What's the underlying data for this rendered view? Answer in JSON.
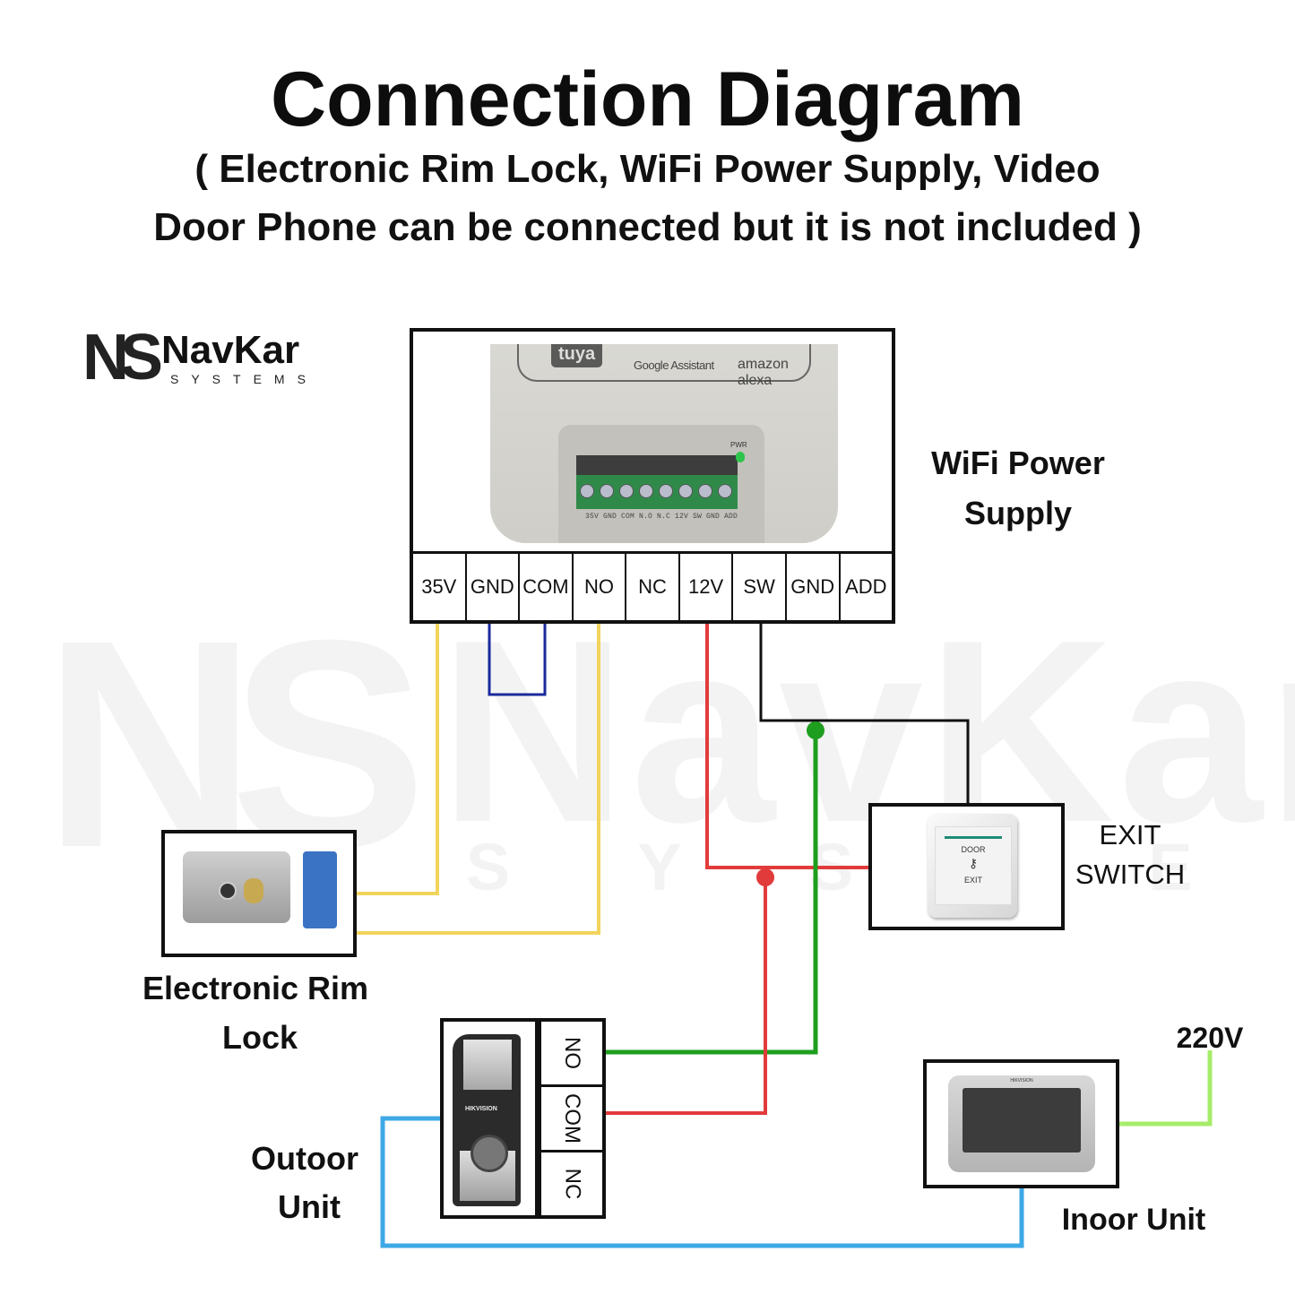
{
  "header": {
    "title": "Connection Diagram",
    "subtitle_line1": "( Electronic Rim Lock, WiFi Power Supply, Video",
    "subtitle_line2": "Door Phone can be connected but it is not included )"
  },
  "logo": {
    "mark": "NS",
    "name": "NavKar",
    "tagline": "SYSTEMS"
  },
  "watermark": {
    "mark": "NS",
    "name": "NavKar",
    "tagline": "SYSTEMS"
  },
  "power_supply": {
    "label_line1": "WiFi Power",
    "label_line2": "Supply",
    "photo": {
      "brand": "tuya",
      "assistant1": "Google Assistant",
      "assistant2": "amazon alexa",
      "led_label": "PWR",
      "terminal_print": "35V GND COM N.O N.C 12V SW GND ADD"
    },
    "terminals": [
      "35V",
      "GND",
      "COM",
      "NO",
      "NC",
      "12V",
      "SW",
      "GND",
      "ADD"
    ]
  },
  "rim_lock": {
    "label_line1": "Electronic Rim",
    "label_line2": "Lock"
  },
  "exit_switch": {
    "label_line1": "EXIT",
    "label_line2": "SWITCH",
    "plate_top": "DOOR",
    "plate_bottom": "EXIT"
  },
  "outdoor_unit": {
    "label_line1": "Outoor",
    "label_line2": "Unit",
    "brand": "HIKVISION",
    "terminals": [
      "NO",
      "COM",
      "NC"
    ]
  },
  "indoor_unit": {
    "label": "Inoor Unit",
    "brand": "HIKVISION",
    "power_label": "220V"
  },
  "wires": [
    {
      "name": "lock-wire-35v",
      "color": "#f2d45c",
      "from": "35V",
      "to": "Electronic Rim Lock"
    },
    {
      "name": "lock-wire-no",
      "color": "#f2d45c",
      "from": "NO",
      "to": "Electronic Rim Lock"
    },
    {
      "name": "jumper-gnd-com",
      "color": "#1a2a9c",
      "from": "GND",
      "to": "COM"
    },
    {
      "name": "wire-12v",
      "color": "#e23b3b",
      "from": "12V",
      "to": "EXIT SWITCH"
    },
    {
      "name": "wire-sw",
      "color": "#111111",
      "from": "SW",
      "to": "EXIT SWITCH"
    },
    {
      "name": "wire-outdoor-no",
      "color": "#1e9e1e",
      "from": "Outdoor NO",
      "to": "SW junction"
    },
    {
      "name": "wire-outdoor-com",
      "color": "#e23b3b",
      "from": "Outdoor COM",
      "to": "12V junction"
    },
    {
      "name": "wire-indoor-outdoor",
      "color": "#3ea8e6",
      "from": "Outdoor Unit",
      "to": "Inoor Unit"
    },
    {
      "name": "wire-220v",
      "color": "#a6ec6a",
      "from": "Inoor Unit",
      "to": "220V"
    }
  ]
}
